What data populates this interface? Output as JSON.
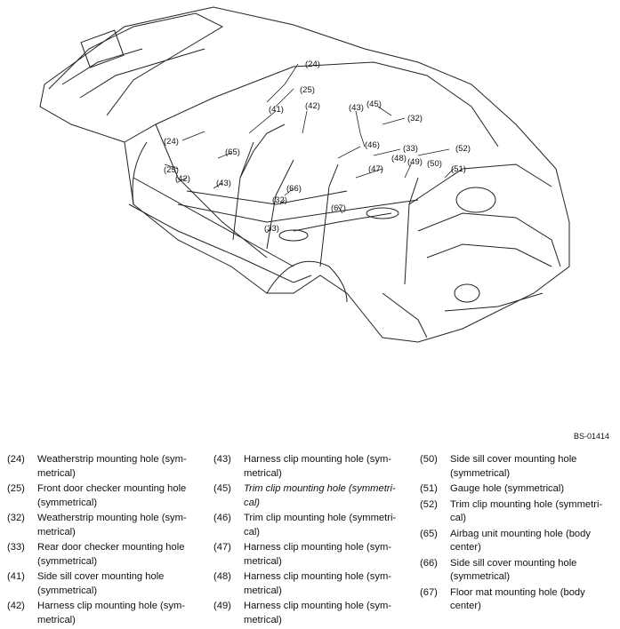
{
  "figure_code": "BS-01414",
  "callouts": {
    "c24a": "(24)",
    "c25a": "(25)",
    "c41": "(41)",
    "c42a": "(42)",
    "c43a": "(43)",
    "c45": "(45)",
    "c32a": "(32)",
    "c46": "(46)",
    "c33a": "(33)",
    "c52": "(52)",
    "c48": "(48)",
    "c49": "(49)",
    "c50": "(50)",
    "c47": "(47)",
    "c51": "(51)",
    "c24b": "(24)",
    "c65": "(65)",
    "c25b": "(25)",
    "c42b": "(42)",
    "c43b": "(43)",
    "c66": "(66)",
    "c32b": "(32)",
    "c67": "(67)",
    "c33b": "(33)"
  },
  "legend": {
    "col1": [
      {
        "num": "(24)",
        "text": "Weatherstrip mounting hole (sym-",
        "text2": "metrical)"
      },
      {
        "num": "(25)",
        "text": "Front door checker mounting hole",
        "text2": "(symmetrical)"
      },
      {
        "num": "(32)",
        "text": "Weatherstrip mounting hole (sym-",
        "text2": "metrical)"
      },
      {
        "num": "(33)",
        "text": "Rear door checker mounting hole",
        "text2": "(symmetrical)"
      },
      {
        "num": "(41)",
        "text": "Side sill cover mounting hole",
        "text2": "(symmetrical)"
      },
      {
        "num": "(42)",
        "text": "Harness clip mounting hole (sym-",
        "text2": "metrical)"
      }
    ],
    "col2": [
      {
        "num": "(43)",
        "text": "Harness clip mounting hole (sym-",
        "text2": "metrical)"
      },
      {
        "num": "(45)",
        "text": "Trim clip mounting hole (symmetri-",
        "text2": "cal)"
      },
      {
        "num": "(46)",
        "text": "Trim clip mounting hole (symmetri-",
        "text2": "cal)"
      },
      {
        "num": "(47)",
        "text": "Harness clip mounting hole (sym-",
        "text2": "metrical)"
      },
      {
        "num": "(48)",
        "text": "Harness clip mounting hole (sym-",
        "text2": "metrical)"
      },
      {
        "num": "(49)",
        "text": "Harness clip mounting hole (sym-",
        "text2": "metrical)"
      }
    ],
    "col3": [
      {
        "num": "(50)",
        "text": "Side sill cover mounting hole",
        "text2": "(symmetrical)"
      },
      {
        "num": "(51)",
        "text": "Gauge hole (symmetrical)",
        "text2": ""
      },
      {
        "num": "(52)",
        "text": "Trim clip mounting hole (symmetri-",
        "text2": "cal)"
      },
      {
        "num": "(65)",
        "text": "Airbag unit mounting hole (body",
        "text2": "center)"
      },
      {
        "num": "(66)",
        "text": "Side sill cover mounting hole",
        "text2": "(symmetrical)"
      },
      {
        "num": "(67)",
        "text": "Floor mat mounting hole (body",
        "text2": "center)"
      }
    ]
  }
}
